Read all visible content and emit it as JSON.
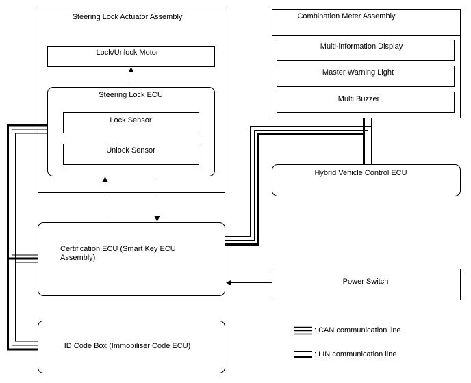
{
  "boxes": {
    "steering_lock_actuator": "Steering Lock Actuator Assembly",
    "lock_unlock_motor": "Lock/Unlock Motor",
    "steering_lock_ecu": "Steering Lock ECU",
    "lock_sensor": "Lock Sensor",
    "unlock_sensor": "Unlock Sensor",
    "combination_meter": "Combination Meter Assembly",
    "multi_info_display": "Multi-information Display",
    "master_warning_light": "Master Warning Light",
    "multi_buzzer": "Multi Buzzer",
    "hybrid_vehicle_ecu": "Hybrid Vehicle Control ECU",
    "certification_ecu_line1": "Certification ECU (Smart Key ECU",
    "certification_ecu_line2": "Assembly)",
    "power_switch": "Power Switch",
    "id_code_box": "ID Code Box (Immobiliser Code ECU)"
  },
  "legend": {
    "can": ": CAN communication line",
    "lin": ": LIN communication line"
  }
}
